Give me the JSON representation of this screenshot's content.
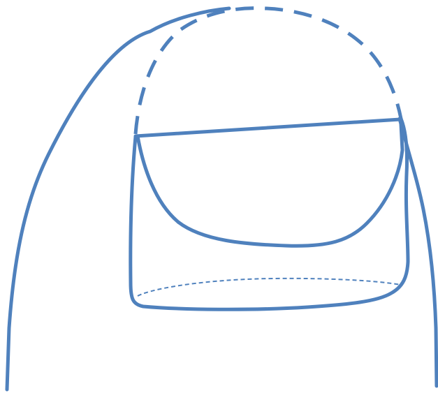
{
  "diagram": {
    "stroke_color": "#4F81BD",
    "background_color": "#FFFFFF",
    "elements": [
      "fingertip-outline",
      "nail-plate-hidden-outline",
      "nail-free-edge-line",
      "nail-plate-curve",
      "nail-bed-outline",
      "lunula-hidden-arc"
    ]
  }
}
